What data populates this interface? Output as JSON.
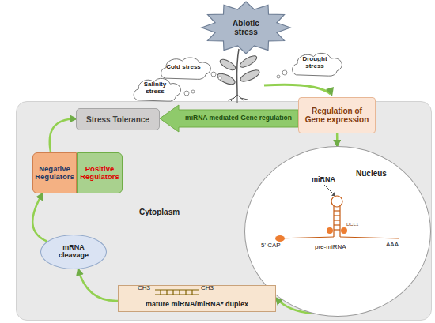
{
  "diagram": {
    "nodes": [
      {
        "text": [
          "Abiotic stress"
        ]
      },
      {
        "text": [
          "Cold stress"
        ]
      },
      {
        "text": [
          "Salinity stress"
        ]
      },
      {
        "text": [
          "Drought stress"
        ]
      },
      {
        "text": [
          "Cytoplasm"
        ]
      },
      {
        "text": [
          "Stress Tolerance"
        ],
        "in": 4
      },
      {
        "text": [
          "Regulation of Gene expression"
        ],
        "in": 4
      },
      {
        "text": [
          "Negative Regulators"
        ],
        "in": 4
      },
      {
        "text": [
          "Positive Regulators"
        ],
        "in": 4
      },
      {
        "text": [
          "Nucleus"
        ],
        "in": 4
      },
      {
        "text": [
          "mRNA cleavage"
        ],
        "in": 4
      },
      {
        "text": [
          "mature miRNA/miRNA* duplex"
        ],
        "in": 4
      }
    ],
    "edges": [
      {
        "from": 6,
        "to": 5,
        "label": "miRNA mediated Gene regulation",
        "arrow": "to"
      },
      {
        "from": 6,
        "to": 9,
        "arrow": "to"
      },
      {
        "from": 9,
        "to": 11,
        "arrow": "to"
      },
      {
        "from": 11,
        "to": 10,
        "arrow": "to"
      },
      {
        "from": 10,
        "to": 7,
        "arrow": "to"
      },
      {
        "from": 7,
        "to": 5,
        "arrow": "to"
      }
    ],
    "labels": [
      "miRNA",
      "5' CAP",
      "DCL1",
      "pre-miRNA",
      "AAA",
      "CH3",
      "CH3"
    ]
  }
}
